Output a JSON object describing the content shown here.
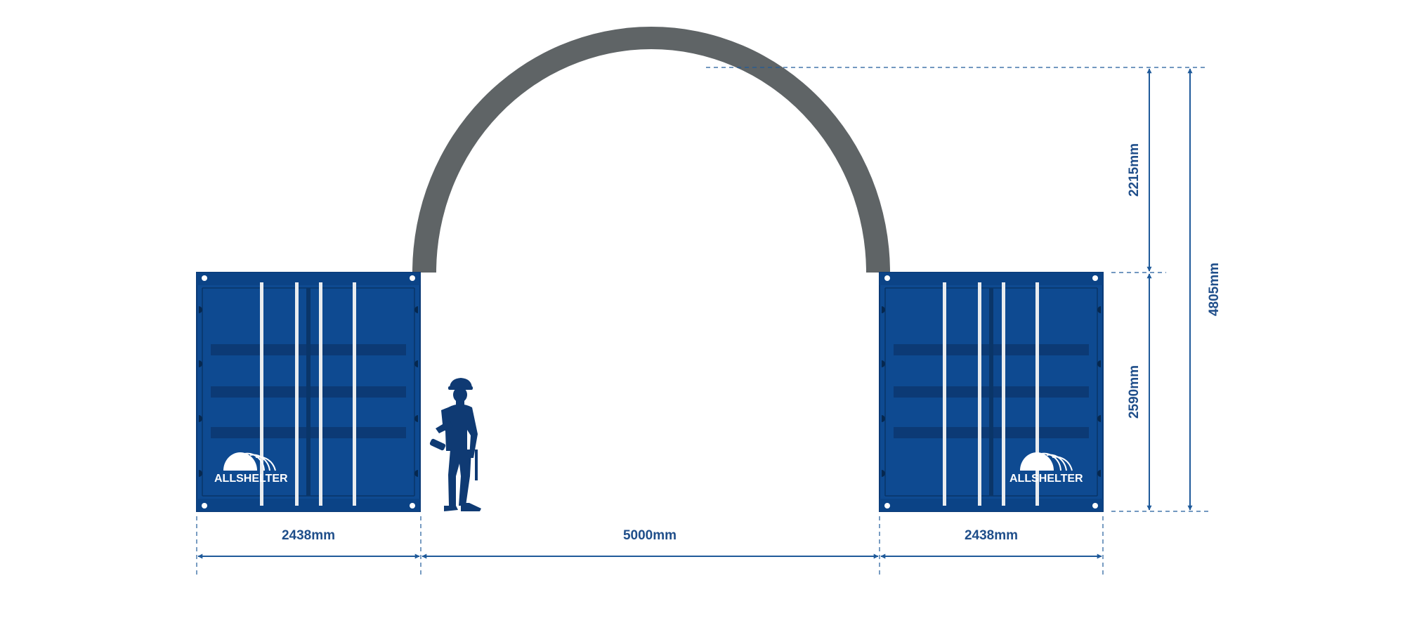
{
  "colors": {
    "container": "#0e4a91",
    "container_dark": "#0a3a76",
    "container_stripe": "#0c3a75",
    "rod": "#e9ecef",
    "arch": "#5f6466",
    "person": "#0f3a73",
    "dimension": "#1f5a9a",
    "dimension_text": "#1f4e8a"
  },
  "logo": {
    "text": "ALLSHELTER"
  },
  "dimensions": {
    "left_container_width": "2438mm",
    "span_width": "5000mm",
    "right_container_width": "2438mm",
    "arch_height": "2215mm",
    "container_height": "2590mm",
    "total_height": "4805mm"
  }
}
